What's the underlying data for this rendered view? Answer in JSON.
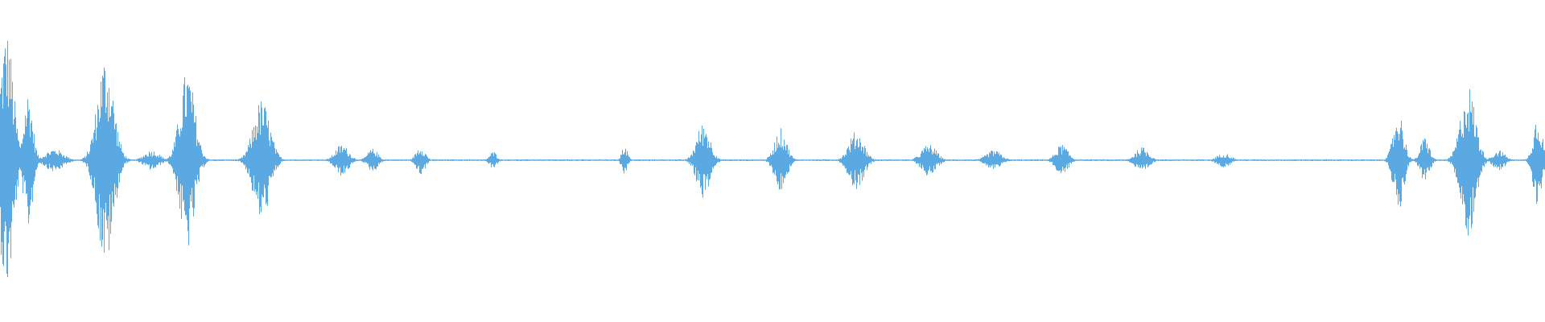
{
  "waveform": {
    "color": "#5aa9e2",
    "background": "#ffffff",
    "style": "audio-amplitude-waveform",
    "bursts": [
      {
        "center": 0.004,
        "width": 0.009,
        "amplitude": 0.9
      },
      {
        "center": 0.018,
        "width": 0.006,
        "amplitude": 0.48
      },
      {
        "center": 0.035,
        "width": 0.012,
        "amplitude": 0.08
      },
      {
        "center": 0.068,
        "width": 0.011,
        "amplitude": 0.72
      },
      {
        "center": 0.098,
        "width": 0.01,
        "amplitude": 0.07
      },
      {
        "center": 0.121,
        "width": 0.01,
        "amplitude": 0.62
      },
      {
        "center": 0.169,
        "width": 0.011,
        "amplitude": 0.42
      },
      {
        "center": 0.221,
        "width": 0.009,
        "amplitude": 0.11
      },
      {
        "center": 0.241,
        "width": 0.007,
        "amplitude": 0.08
      },
      {
        "center": 0.272,
        "width": 0.006,
        "amplitude": 0.1
      },
      {
        "center": 0.319,
        "width": 0.005,
        "amplitude": 0.06
      },
      {
        "center": 0.404,
        "width": 0.004,
        "amplitude": 0.1
      },
      {
        "center": 0.455,
        "width": 0.009,
        "amplitude": 0.26
      },
      {
        "center": 0.505,
        "width": 0.008,
        "amplitude": 0.22
      },
      {
        "center": 0.554,
        "width": 0.01,
        "amplitude": 0.2
      },
      {
        "center": 0.601,
        "width": 0.01,
        "amplitude": 0.11
      },
      {
        "center": 0.643,
        "width": 0.01,
        "amplitude": 0.07
      },
      {
        "center": 0.687,
        "width": 0.008,
        "amplitude": 0.11
      },
      {
        "center": 0.739,
        "width": 0.009,
        "amplitude": 0.09
      },
      {
        "center": 0.792,
        "width": 0.009,
        "amplitude": 0.05
      },
      {
        "center": 0.905,
        "width": 0.007,
        "amplitude": 0.34
      },
      {
        "center": 0.922,
        "width": 0.006,
        "amplitude": 0.16
      },
      {
        "center": 0.95,
        "width": 0.01,
        "amplitude": 0.52
      },
      {
        "center": 0.97,
        "width": 0.008,
        "amplitude": 0.07
      },
      {
        "center": 0.995,
        "width": 0.006,
        "amplitude": 0.32
      }
    ],
    "baseline_amplitude": 0.006
  }
}
